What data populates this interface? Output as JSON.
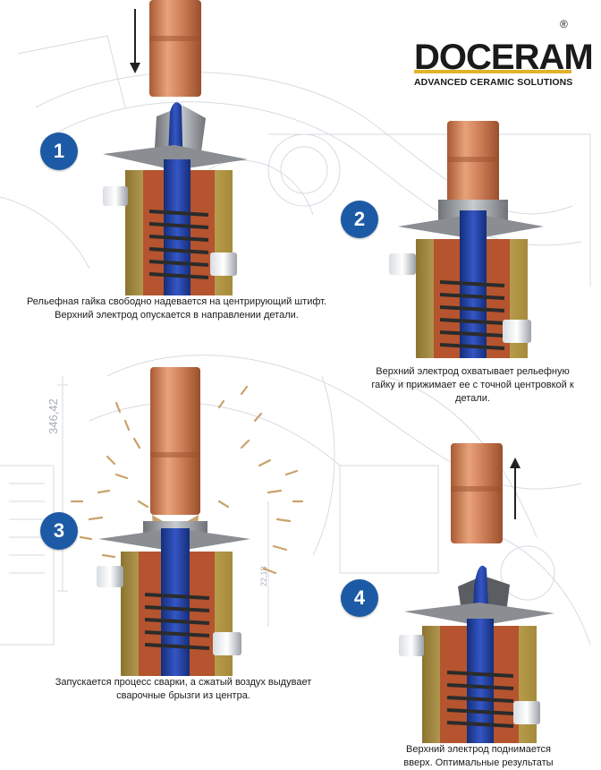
{
  "logo": {
    "brand": "DOCERAM",
    "registered": "®",
    "tagline": "ADVANCED CERAMIC SOLUTIONS",
    "accent_color": "#e2b32a"
  },
  "steps": [
    {
      "number": "1",
      "caption_lines": [
        "Рельефная гайка свободно надевается на центрирующий штифт.",
        "Верхний электрод опускается в направлении детали."
      ],
      "arrow": "down"
    },
    {
      "number": "2",
      "caption_lines": [
        "Верхний электрод охватывает рельефную",
        "гайку и прижимает ее с точной центровкой к",
        "детали."
      ]
    },
    {
      "number": "3",
      "caption_lines": [
        "Запускается процесс сварки, а сжатый воздух выдувает",
        "сварочные брызги из центра."
      ]
    },
    {
      "number": "4",
      "caption_lines": [
        "Верхний электрод поднимается",
        "вверх. Оптимальные результаты"
      ],
      "arrow": "up"
    }
  ],
  "drawing_dimensions": [
    "346,42",
    "22,18"
  ],
  "colors": {
    "badge": "#1d5aa6",
    "copper": "#c9794d",
    "brass": "#c9a84a",
    "pin_blue": "#1f3f9e",
    "housing_red": "#b5542e",
    "steel": "#8a8d92"
  }
}
